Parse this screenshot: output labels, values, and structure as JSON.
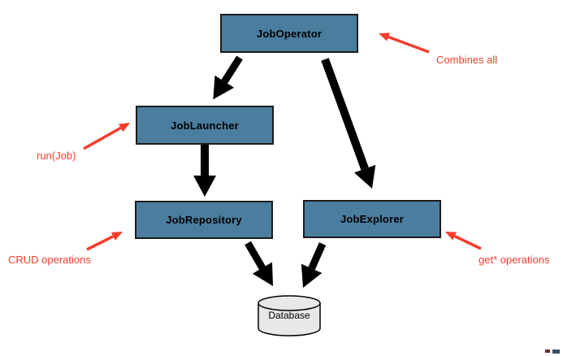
{
  "diagram": {
    "nodes": [
      {
        "id": "job-operator",
        "label": "JobOperator"
      },
      {
        "id": "job-launcher",
        "label": "JobLauncher"
      },
      {
        "id": "job-repository",
        "label": "JobRepository"
      },
      {
        "id": "job-explorer",
        "label": "JobExplorer"
      }
    ],
    "database": {
      "label": "Database"
    },
    "edges": [
      {
        "from": "JobOperator",
        "to": "JobLauncher"
      },
      {
        "from": "JobOperator",
        "to": "JobExplorer"
      },
      {
        "from": "JobLauncher",
        "to": "JobRepository"
      },
      {
        "from": "JobRepository",
        "to": "Database"
      },
      {
        "from": "JobExplorer",
        "to": "Database"
      }
    ],
    "annotations": [
      {
        "id": "combines-all",
        "text": "Combines all",
        "points_to": "JobOperator"
      },
      {
        "id": "run-job",
        "text": "run(Job)",
        "points_to": "JobLauncher"
      },
      {
        "id": "crud-operations",
        "text": "CRUD operations",
        "points_to": "JobRepository"
      },
      {
        "id": "get-operations",
        "text": "get* operations",
        "points_to": "JobExplorer"
      }
    ],
    "colors": {
      "node_fill": "#4a7d9e",
      "node_border": "#1c1c1c",
      "arrow": "#000000",
      "annotation": "#f53d2d",
      "database_fill": "#e8e8e8"
    }
  }
}
